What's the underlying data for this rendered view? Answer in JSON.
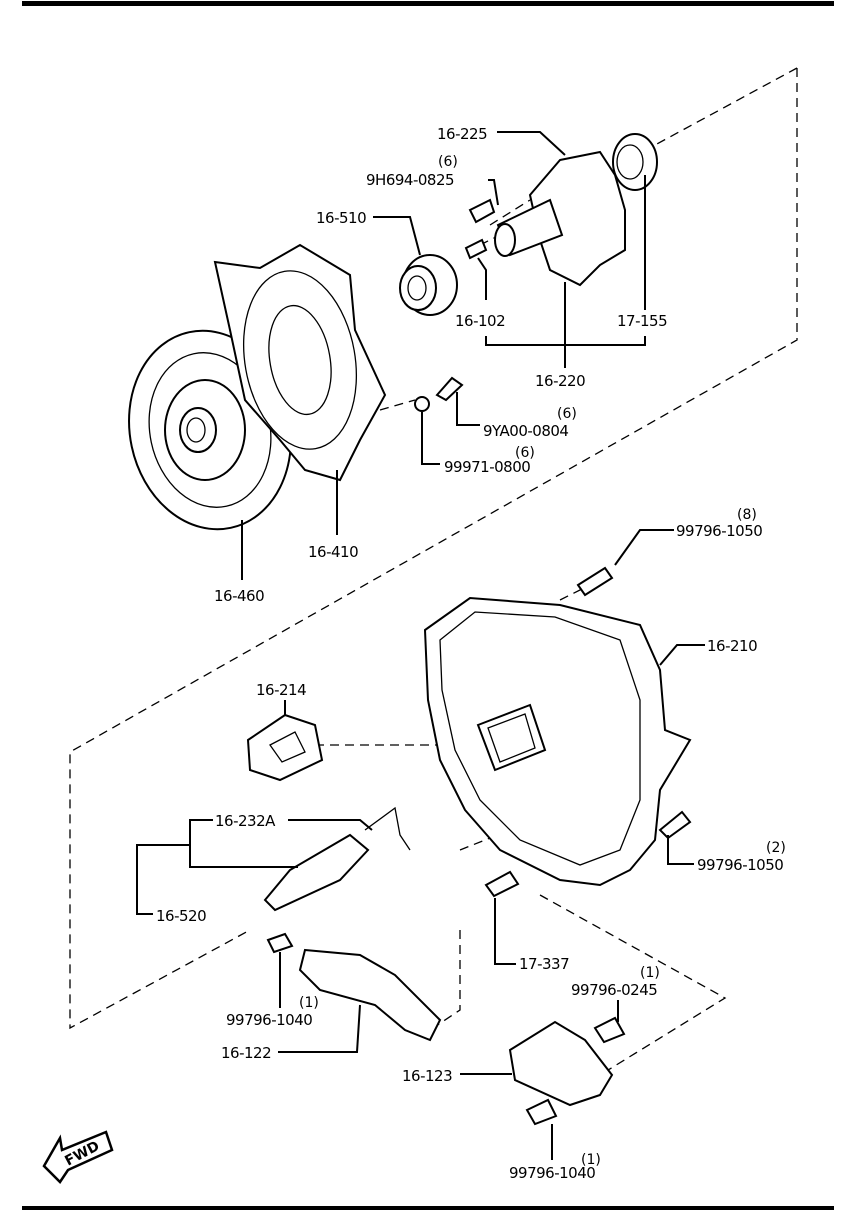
{
  "diagram": {
    "fwd_label": "FWD",
    "parts": {
      "p16_225": {
        "label": "16-225"
      },
      "p9H694": {
        "label": "9H694-0825",
        "qty": "(6)"
      },
      "p16_510": {
        "label": "16-510"
      },
      "p16_102": {
        "label": "16-102"
      },
      "p17_155": {
        "label": "17-155"
      },
      "p16_220": {
        "label": "16-220"
      },
      "p9YA00": {
        "label": "9YA00-0804",
        "qty": "(6)"
      },
      "p99971": {
        "label": "99971-0800",
        "qty": "(6)"
      },
      "p16_410": {
        "label": "16-410"
      },
      "p16_460": {
        "label": "16-460"
      },
      "p99796_1050_a": {
        "label": "99796-1050",
        "qty": "(8)"
      },
      "p16_210": {
        "label": "16-210"
      },
      "p16_214": {
        "label": "16-214"
      },
      "p16_232A": {
        "label": "16-232A"
      },
      "p16_520": {
        "label": "16-520"
      },
      "p99796_1050_b": {
        "label": "99796-1050",
        "qty": "(2)"
      },
      "p17_337": {
        "label": "17-337"
      },
      "p99796_0245": {
        "label": "99796-0245",
        "qty": "(1)"
      },
      "p99796_1040_a": {
        "label": "99796-1040",
        "qty": "(1)"
      },
      "p16_122": {
        "label": "16-122"
      },
      "p16_123": {
        "label": "16-123"
      },
      "p99796_1040_b": {
        "label": "99796-1040",
        "qty": "(1)"
      }
    }
  }
}
